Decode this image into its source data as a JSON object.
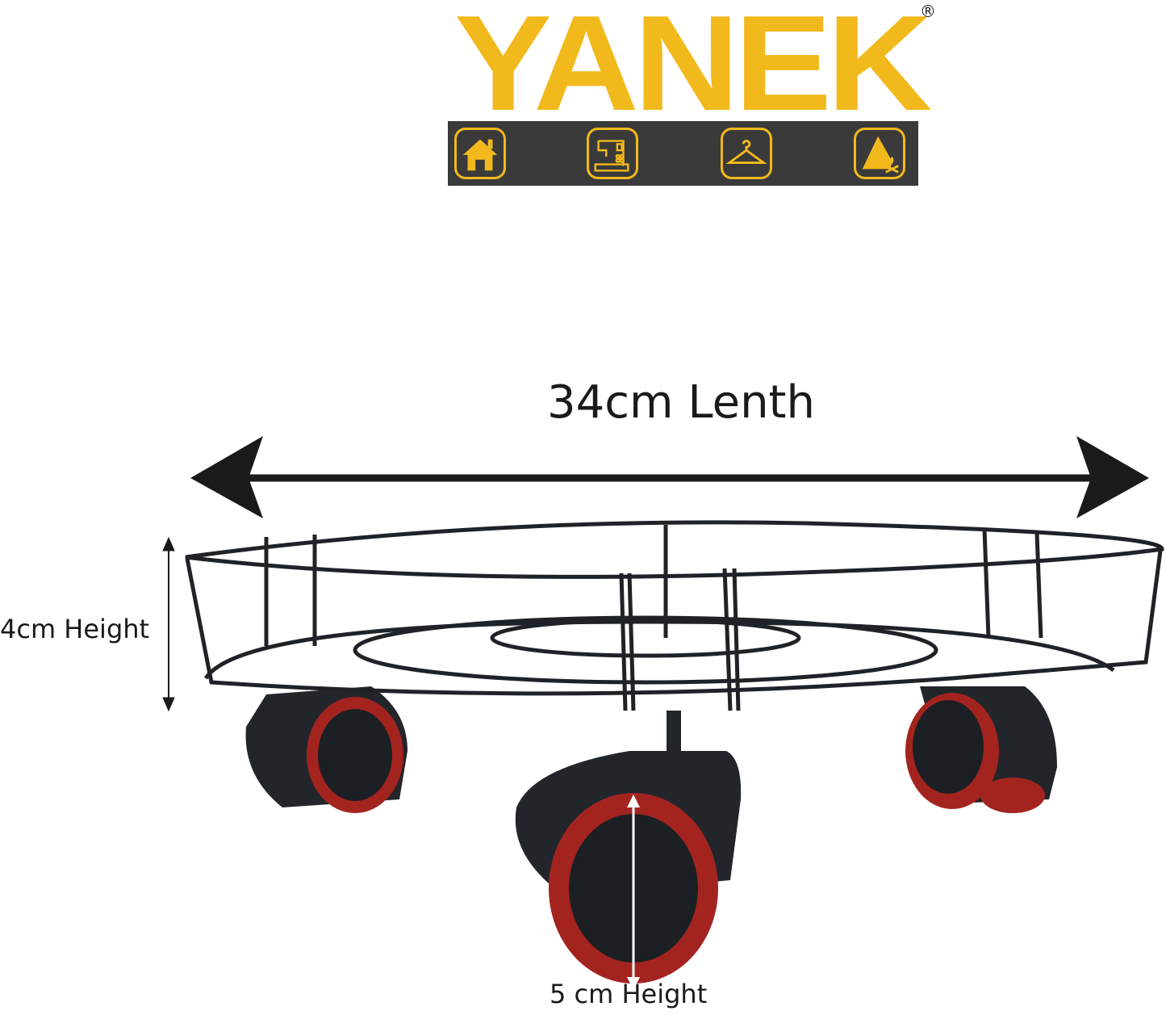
{
  "brand": {
    "name": "YANEK",
    "registered_mark": "®",
    "primary_color": "#f2b91c",
    "band_color": "#3a3a3a",
    "icons": [
      {
        "name": "house-icon"
      },
      {
        "name": "sewing-machine-icon"
      },
      {
        "name": "hanger-icon"
      },
      {
        "name": "tent-campfire-icon"
      }
    ]
  },
  "product": {
    "description": "Round metal plant stand trolley with caster wheels",
    "frame_color": "#1f2328",
    "wheel_rim_color": "#a3241f",
    "wheel_hub_color": "#1c1f24"
  },
  "dimensions": {
    "length_label": "34cm Lenth",
    "height_label": "4cm Height",
    "wheel_label": "5 cm Height"
  }
}
